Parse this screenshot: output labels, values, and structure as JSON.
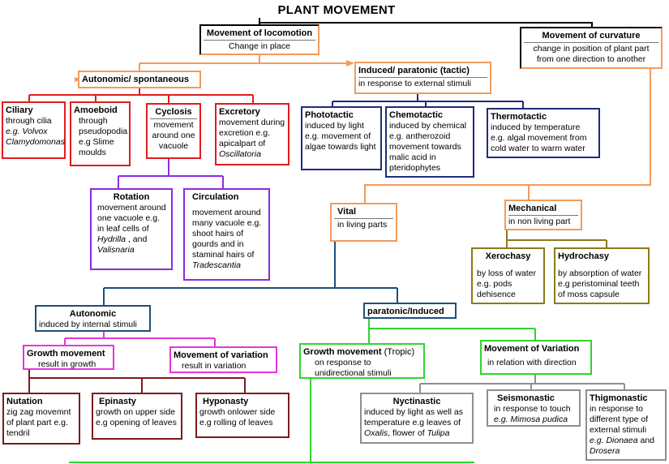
{
  "title": "PLANT MOVEMENT",
  "nodes": {
    "locomotion": {
      "title": "Movement of locomotion",
      "desc": "Change in place"
    },
    "curvature": {
      "title": "Movement of curvature",
      "desc": "change in position of plant part from one direction to another"
    },
    "autonomic_spontaneous": {
      "title": "Autonomic/ spontaneous"
    },
    "induced_paratonic": {
      "title": "Induced/ paratonic (tactic)",
      "desc": "in response to external stimuli"
    },
    "ciliary": {
      "title": "Ciliary",
      "desc": "through cilia",
      "example": "e.g. Volvox Clamydomonas"
    },
    "amoeboid": {
      "title": "Amoeboid",
      "desc": "through pseudopodia e.g Slime moulds"
    },
    "cyclosis": {
      "title": "Cyclosis",
      "desc": "movement around one vacuole"
    },
    "excretory": {
      "title": "Excretory",
      "desc": "movement during excretion e.g. apicalpart of",
      "example": "Oscillatoria"
    },
    "phototactic": {
      "title": "Phototactic",
      "desc": "induced by light e.g. movement of algae towards light"
    },
    "chemotactic": {
      "title": "Chemotactic",
      "desc": "induced by chemical e.g. antherozoid movement towards malic acid in pteridophytes"
    },
    "thermotactic": {
      "title": "Thermotactic",
      "desc": "induced by temperature e.g. algal movement from cold water to warm water"
    },
    "rotation": {
      "title": "Rotation",
      "desc": "movement around one vacuole e.g. in leaf cells of",
      "ex1": "Hydrilla",
      "mid": " , and",
      "ex2": "Valisnaria"
    },
    "circulation": {
      "title": "Circulation",
      "desc": "movement around many vacuole e.g. shoot hairs of gourds and in staminal hairs of",
      "example": "Tradescantia"
    },
    "vital": {
      "title": "Vital",
      "desc": "in living parts"
    },
    "mechanical": {
      "title": "Mechanical",
      "desc": "in non living part"
    },
    "xerochasy": {
      "title": "Xerochasy",
      "desc": "by loss of water e.g. pods dehisence"
    },
    "hydrochasy": {
      "title": "Hydrochasy",
      "desc": "by absorption of water e.g peristominal teeth of moss capsule"
    },
    "autonomic": {
      "title": "Autonomic",
      "desc": "induced by internal stimuli"
    },
    "paratonic_induced": {
      "title": "paratonic/Induced"
    },
    "growth_movement_auto": {
      "title": "Growth movement",
      "desc": "result in growth"
    },
    "variation_auto": {
      "title": "Movement of variation",
      "desc": "result in variation"
    },
    "growth_movement_tropic": {
      "title": "Growth movement",
      "title_extra": "(Tropic)",
      "desc": "on response to unidirectional stimuli"
    },
    "variation_direction": {
      "title": "Movement of Variation",
      "desc": "in relation with direction"
    },
    "nutation": {
      "title": "Nutation",
      "desc": "zig zag movemnt of plant part e.g. tendril"
    },
    "epinasty": {
      "title": "Epinasty",
      "desc": "growth on upper side e.g opening of leaves"
    },
    "hyponasty": {
      "title": "Hyponasty",
      "desc": "growth onlower side e.g rolling of leaves"
    },
    "nyctinastic": {
      "title": "Nyctinastic",
      "desc": "induced by light as well as temperature e.g leaves of",
      "ex1": "Oxalis",
      "mid": ", flower of",
      "ex2": "Tulipa"
    },
    "seismonastic": {
      "title": "Seismonastic",
      "desc": "in response to touch",
      "example": "e.g. Mimosa pudica"
    },
    "thigmonastic": {
      "title": "Thigmonastic",
      "desc": "in response to different type of external stimuli",
      "ex_prefix": "e.g.",
      "ex1": "Dionaea",
      "mid": " and",
      "ex2": "Drosera"
    }
  },
  "colors": {
    "black": "#000000",
    "orange": "#f39a5c",
    "red": "#e01c1c",
    "purple": "#8b2be2",
    "navy": "#1f2b7c",
    "teal": "#1f4e79",
    "olive": "#8d7a18",
    "pink": "#e436d8",
    "green": "#2fd42f",
    "grey": "#8f8f8f",
    "maroon": "#7d1b1b"
  }
}
